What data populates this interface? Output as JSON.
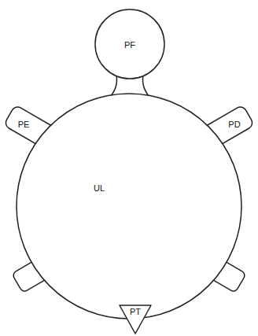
{
  "diagram": {
    "nodes": [
      {
        "text": [
          "PF"
        ]
      },
      {
        "text": [
          "PE"
        ]
      },
      {
        "text": [
          "PD"
        ]
      },
      {
        "text": [
          "UL"
        ]
      },
      {
        "text": [
          "PT"
        ]
      }
    ]
  }
}
